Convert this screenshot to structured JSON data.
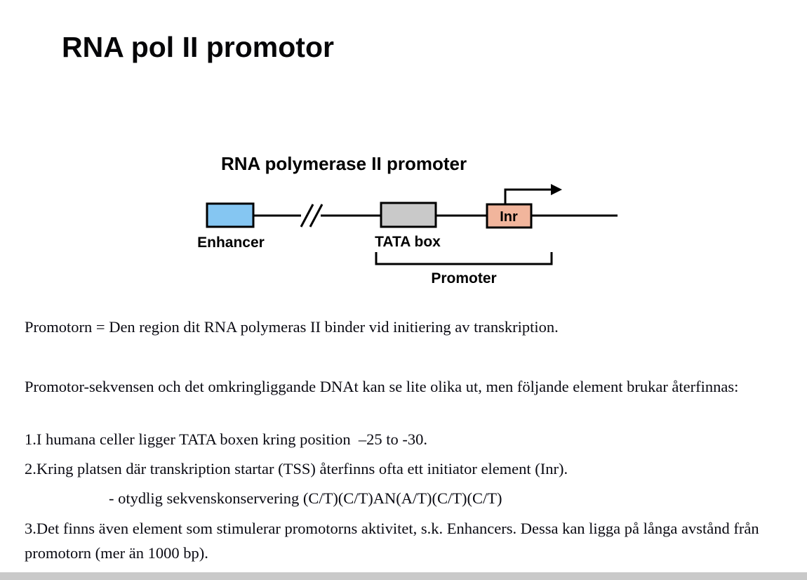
{
  "slide": {
    "title": "RNA pol II promotor"
  },
  "diagram": {
    "title": "RNA polymerase II promoter",
    "enhancer_label": "Enhancer",
    "tata_label": "TATA box",
    "inr_label": "Inr",
    "promoter_label": "Promoter",
    "colors": {
      "enhancer_fill": "#85c6f2",
      "tata_fill": "#c9c9c9",
      "inr_fill": "#f1b59c",
      "line": "#000000"
    }
  },
  "body": {
    "paragraph1": "Promotorn = Den region dit RNA polymeras II binder vid initiering av transkription.",
    "paragraph2": "Promotor-sekvensen och det omkringliggande DNAt kan se lite olika ut, men följande element brukar återfinnas:",
    "item1": "1.I humana celler ligger TATA boxen kring position  –25 to -30.",
    "item2": "2.Kring platsen där transkription startar (TSS) återfinns ofta ett initiator element (Inr).",
    "item2_sub": "- otydlig sekvenskonservering (C/T)(C/T)AN(A/T)(C/T)(C/T)",
    "item3": "3.Det finns även element som stimulerar promotorns aktivitet, s.k. Enhancers. Dessa kan ligga på långa avstånd från promotorn (mer än 1000 bp)."
  }
}
